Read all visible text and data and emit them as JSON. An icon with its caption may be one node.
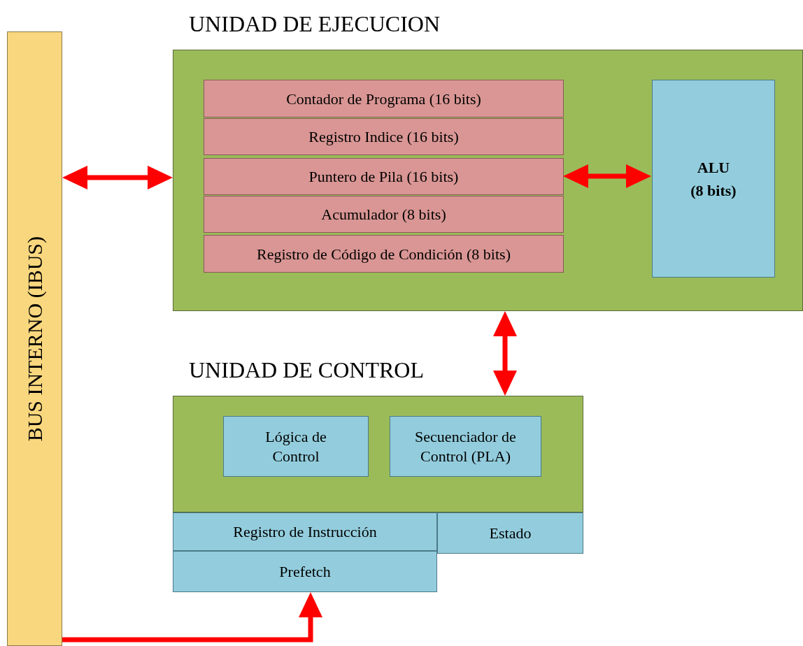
{
  "diagram": {
    "nodes": [
      {
        "text": [
          "BUS INTERNO (IBUS)"
        ]
      },
      {
        "text": [
          "UNIDAD DE EJECUCION"
        ]
      },
      {
        "text": [
          "Contador de Programa (16 bits)"
        ],
        "in": 1
      },
      {
        "text": [
          "Registro  Indice (16 bits)"
        ],
        "in": 1
      },
      {
        "text": [
          "Puntero de Pila (16 bits)"
        ],
        "in": 1
      },
      {
        "text": [
          "Acumulador (8 bits)"
        ],
        "in": 1
      },
      {
        "text": [
          "Registro de Código de Condición (8 bits)"
        ],
        "in": 1
      },
      {
        "text": [
          "ALU (8 bits)"
        ],
        "in": 1
      },
      {
        "text": [
          "UNIDAD DE CONTROL"
        ]
      },
      {
        "text": [
          "Lógica de Control"
        ],
        "in": 8
      },
      {
        "text": [
          "Secuenciador de Control (PLA)"
        ],
        "in": 8
      },
      {
        "text": [
          "Registro de Instrucción"
        ]
      },
      {
        "text": [
          "Estado"
        ]
      },
      {
        "text": [
          "Prefetch"
        ]
      }
    ],
    "edges": [
      {
        "from": 0,
        "to": 1,
        "arrow": "both"
      },
      {
        "from": 4,
        "to": 7,
        "arrow": "both"
      },
      {
        "from": 1,
        "to": 8,
        "arrow": "both"
      },
      {
        "from": 0,
        "to": 13,
        "arrow": "to"
      }
    ]
  }
}
